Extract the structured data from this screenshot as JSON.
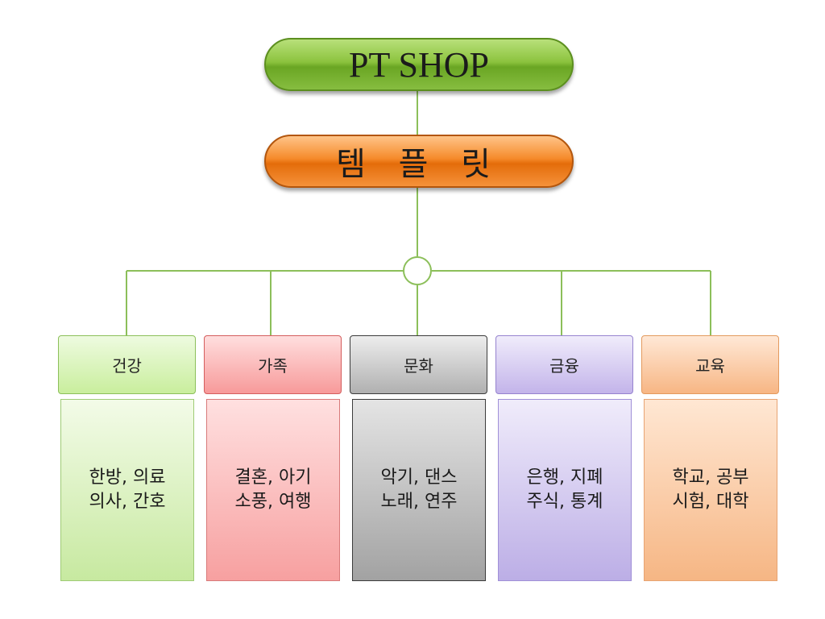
{
  "root": {
    "title": "PT SHOP"
  },
  "sub": {
    "title": "템 플 릿"
  },
  "categories": [
    {
      "title": "건강",
      "line1": "한방, 의료",
      "line2": "의사, 간호",
      "header_bg_top": "#eefbe0",
      "header_bg_bottom": "#c9ee9d",
      "header_border": "#8cbf5a",
      "body_bg_top": "#f3fbe8",
      "body_bg_bottom": "#c7e9a0",
      "body_border": "#9fcb76"
    },
    {
      "title": "가족",
      "line1": "결혼, 아기",
      "line2": "소풍, 여행",
      "header_bg_top": "#ffdede",
      "header_bg_bottom": "#f79a9a",
      "header_border": "#d45d5d",
      "body_bg_top": "#ffe0e0",
      "body_bg_bottom": "#f7a0a0",
      "body_border": "#d87a7a"
    },
    {
      "title": "문화",
      "line1": "악기, 댄스",
      "line2": "노래, 연주",
      "header_bg_top": "#ededed",
      "header_bg_bottom": "#b0b0b0",
      "header_border": "#3c3c3c",
      "body_bg_top": "#e4e4e4",
      "body_bg_bottom": "#a2a2a2",
      "body_border": "#3c3c3c"
    },
    {
      "title": "금융",
      "line1": "은행, 지폐",
      "line2": "주식, 통계",
      "header_bg_top": "#f0ecfb",
      "header_bg_bottom": "#c3b4ea",
      "header_border": "#9683cf",
      "body_bg_top": "#f0ecfb",
      "body_bg_bottom": "#bcaee6",
      "body_border": "#a090d8"
    },
    {
      "title": "교육",
      "line1": "학교, 공부",
      "line2": "시험, 대학",
      "header_bg_top": "#ffe8d6",
      "header_bg_bottom": "#f7b684",
      "header_border": "#e39a5e",
      "body_bg_top": "#ffe7d3",
      "body_bg_bottom": "#f6b684",
      "body_border": "#e7a473"
    }
  ],
  "colors": {
    "connector": "#8cbf5a"
  }
}
